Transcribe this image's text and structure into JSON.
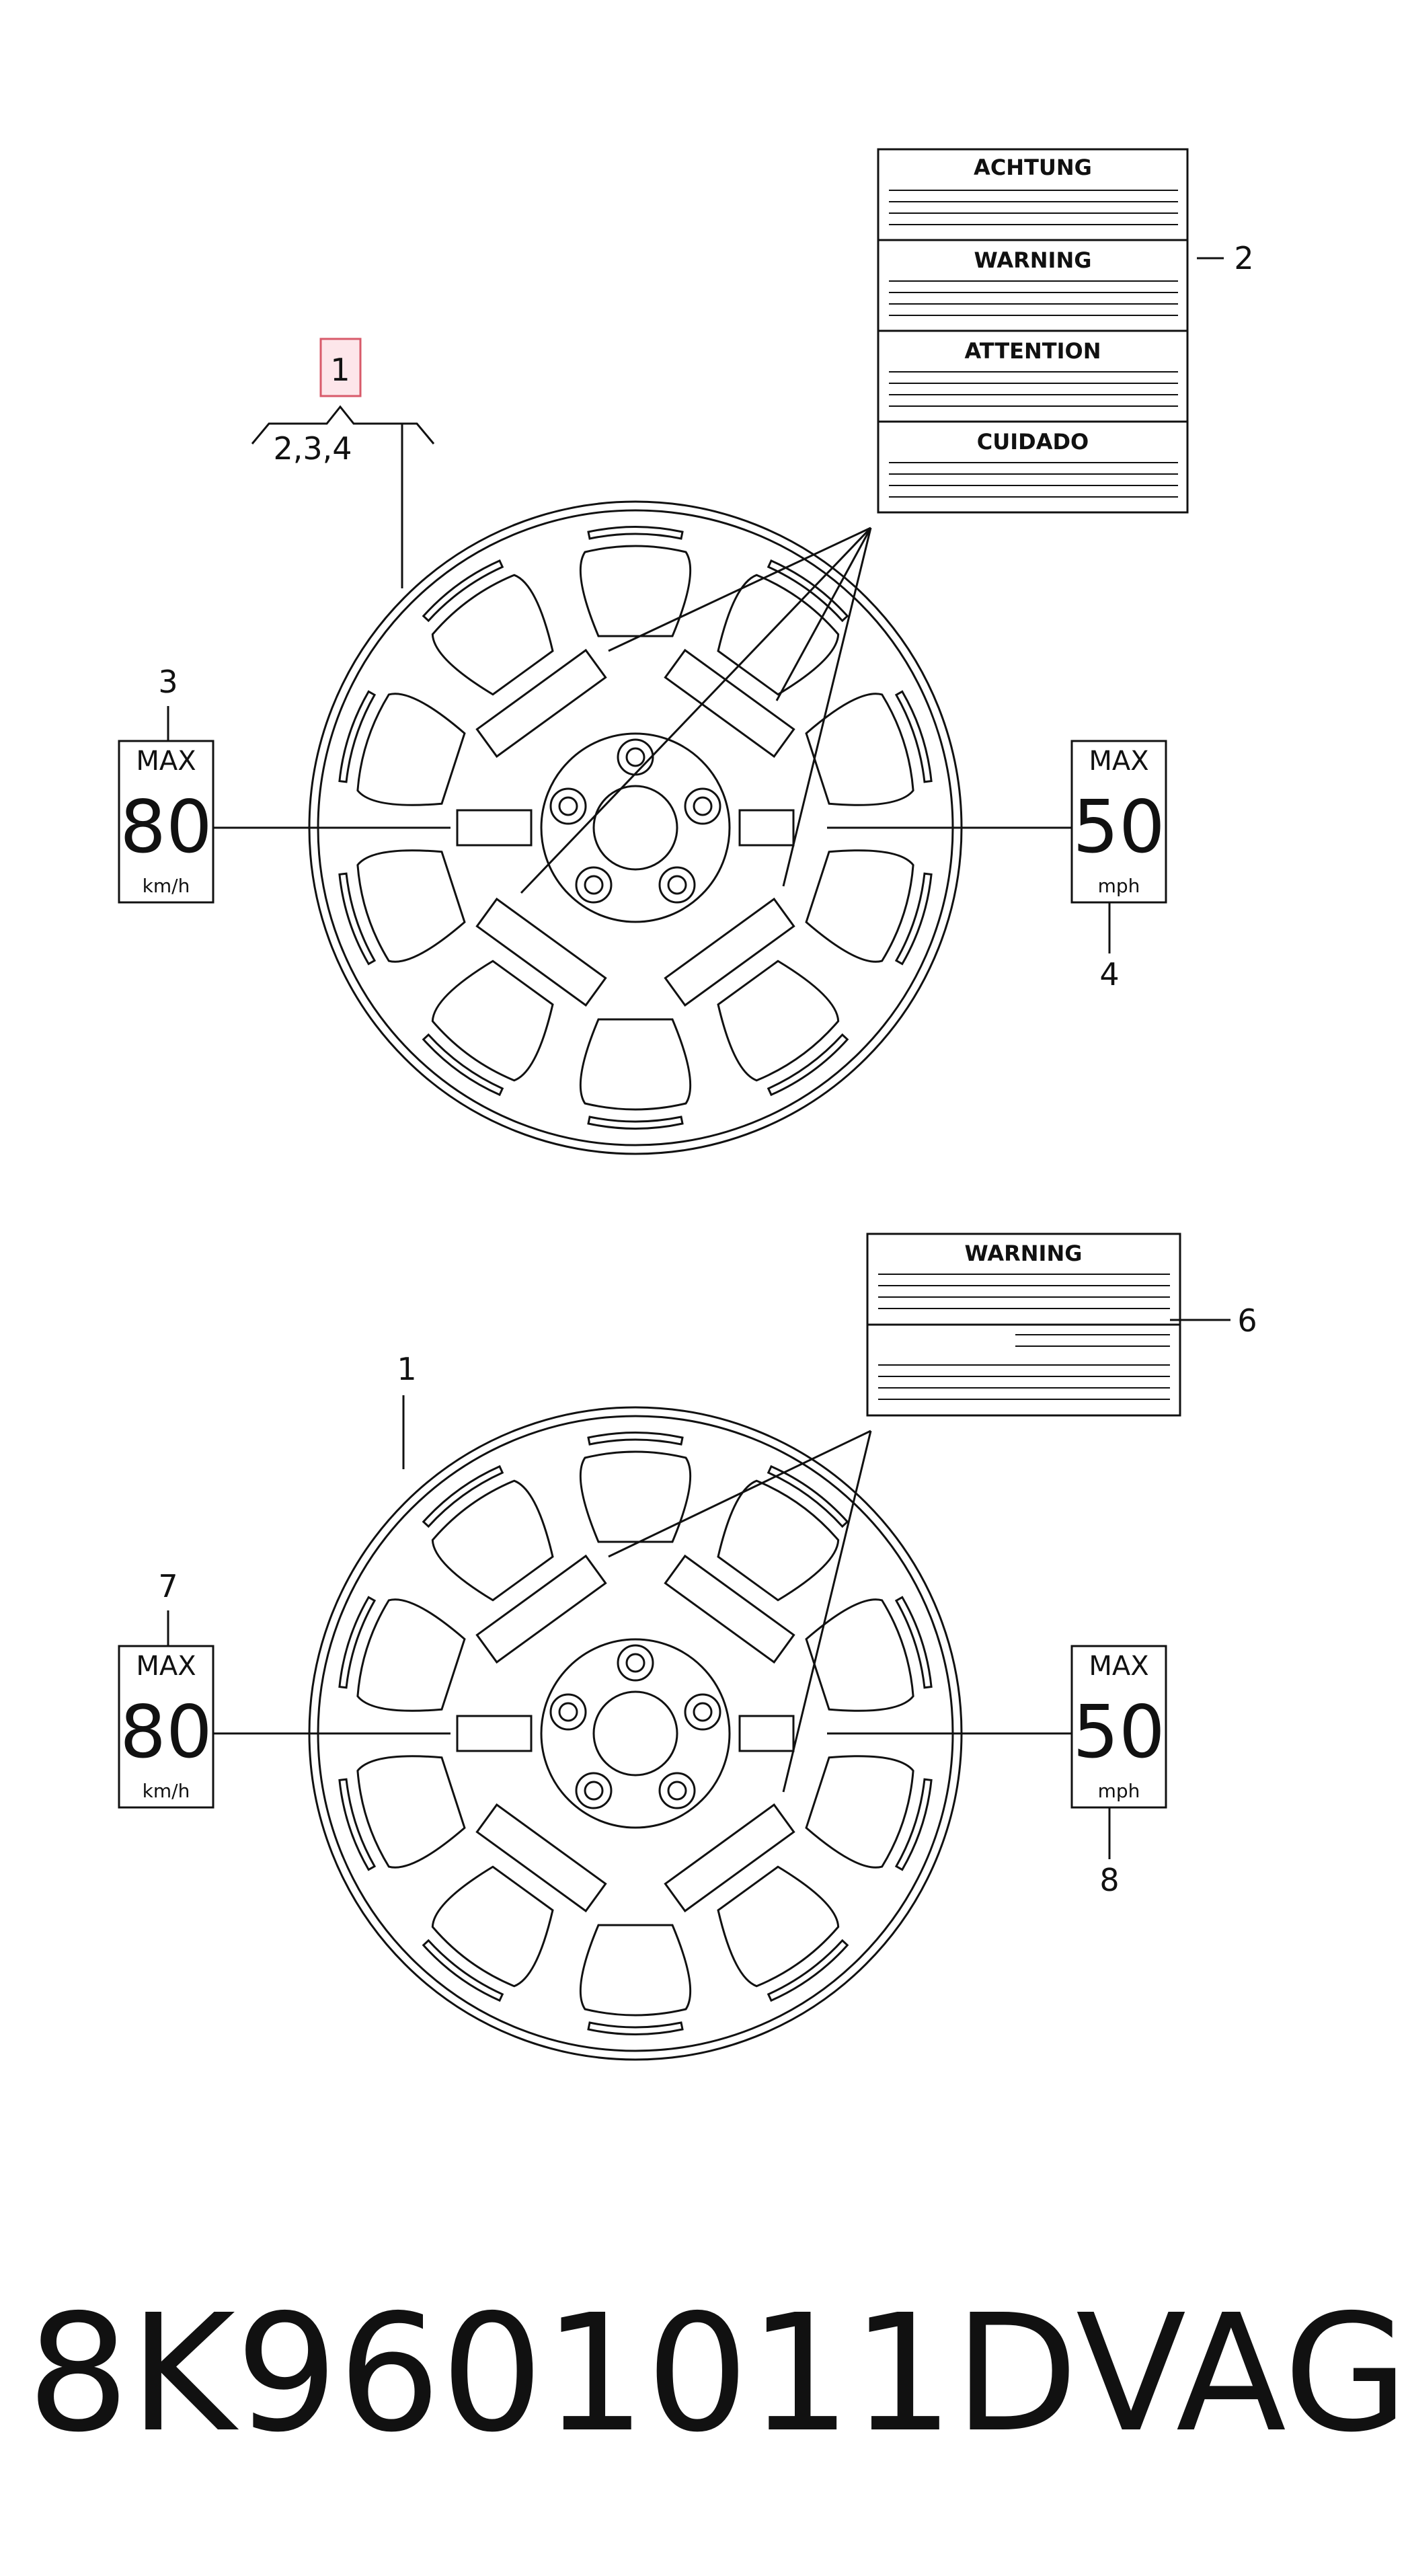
{
  "callouts": {
    "c1_top": "1",
    "c234": "2,3,4",
    "c2": "2",
    "c3": "3",
    "c4": "4",
    "c1_bottom": "1",
    "c6": "6",
    "c7": "7",
    "c8": "8"
  },
  "warning_label_top": {
    "titles": [
      "ACHTUNG",
      "WARNING",
      "ATTENTION",
      "CUIDADO"
    ]
  },
  "warning_label_bottom": {
    "title": "WARNING"
  },
  "speed_labels": {
    "top_left": {
      "max": "MAX",
      "value": "80",
      "unit": "km/h"
    },
    "top_right": {
      "max": "MAX",
      "value": "50",
      "unit": "mph"
    },
    "bottom_left": {
      "max": "MAX",
      "value": "80",
      "unit": "km/h"
    },
    "bottom_right": {
      "max": "MAX",
      "value": "50",
      "unit": "mph"
    }
  },
  "footer": {
    "part_number": "8K9601011D",
    "brand": "VAG"
  },
  "colors": {
    "line": "#111111",
    "highlight_fill": "#fde6ea",
    "highlight_stroke": "#d85a6a"
  }
}
